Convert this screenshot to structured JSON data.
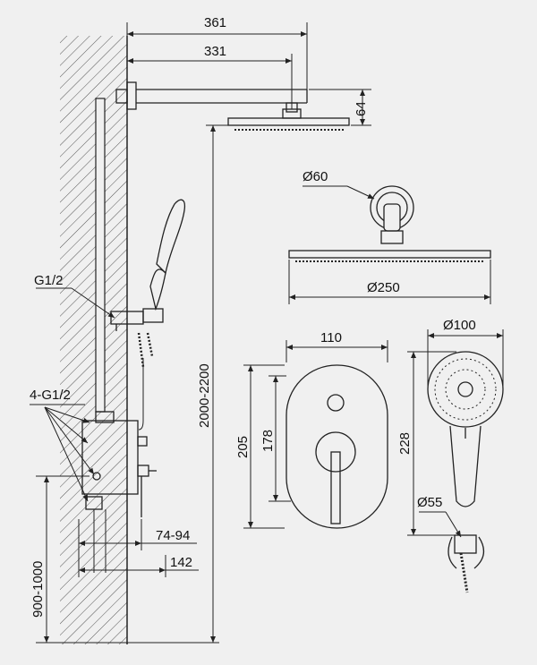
{
  "dimensions": {
    "total_arm_length": "361",
    "arm_length": "331",
    "head_height": "64",
    "small_diameter": "Ø60",
    "head_diameter": "Ø250",
    "plate_width": "110",
    "plate_height_outer": "205",
    "plate_height_inner": "178",
    "hand_head_diameter": "Ø100",
    "hand_length": "228",
    "hose_diameter": "Ø55",
    "column_height": "2000-2200",
    "valve_height": "900-1000",
    "valve_depth": "74-94",
    "valve_depth_max": "142"
  },
  "labels": {
    "thread": "G1/2",
    "threads": "4-G1/2"
  },
  "colors": {
    "background": "#f0f0f0",
    "ink": "#222222"
  }
}
